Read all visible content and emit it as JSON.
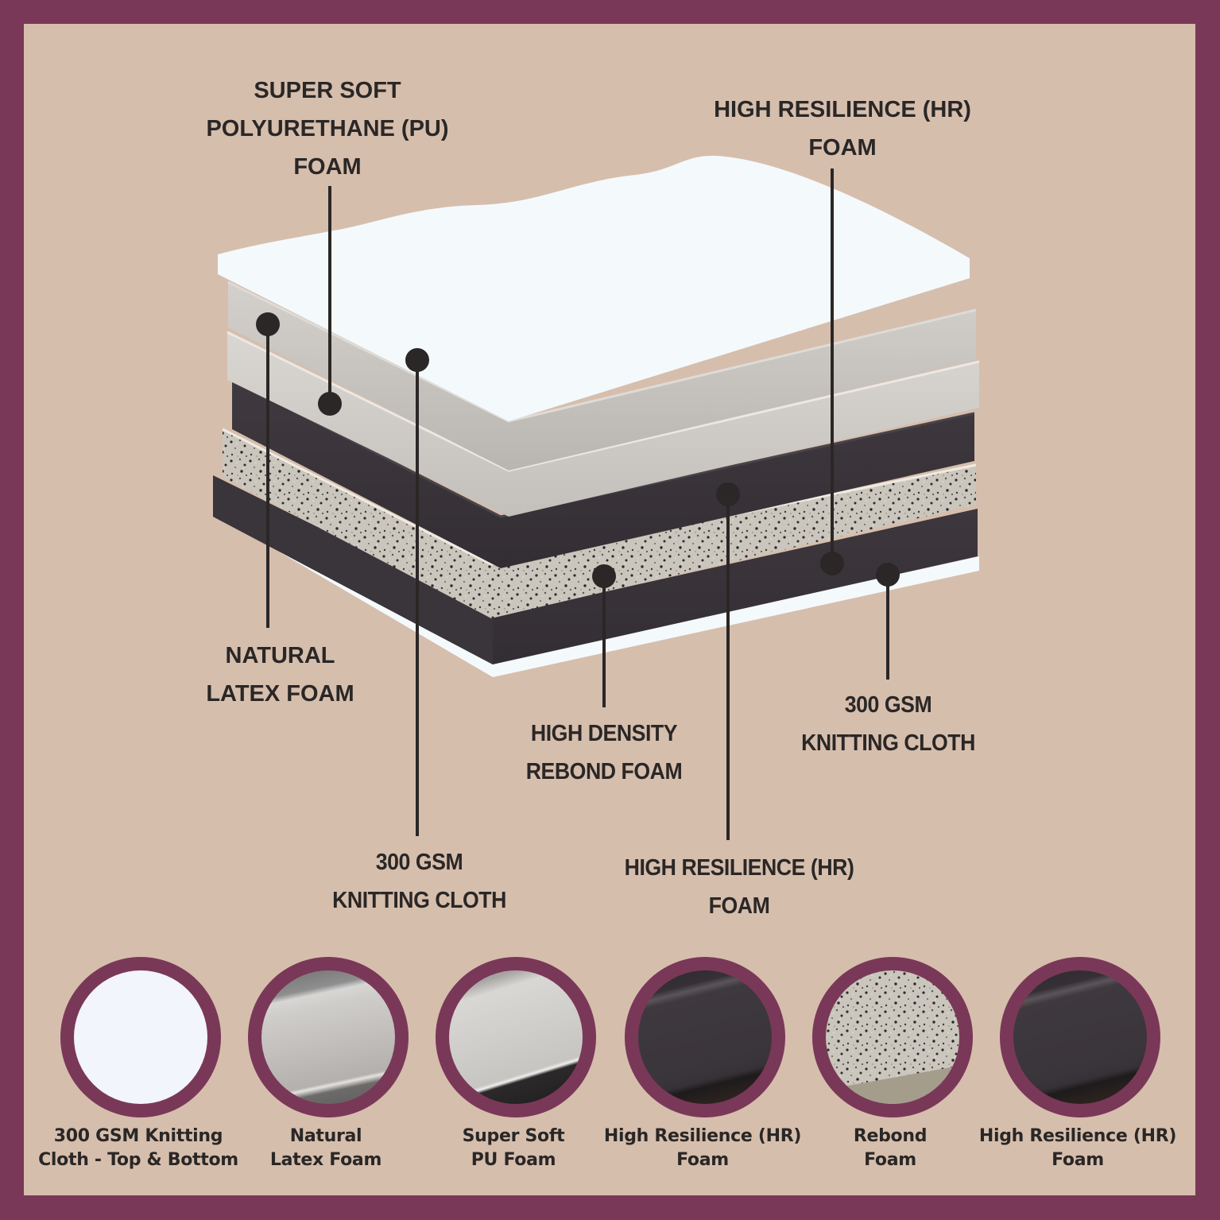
{
  "colors": {
    "border": "#7a3858",
    "background": "#d6bead",
    "text": "#2a2726",
    "knitting_cloth": "#f4f9fc",
    "latex": "#c4c0bb",
    "pu_foam": "#cfccc8",
    "hr_foam": "#3a3438",
    "rebond": "#c9c5bc"
  },
  "callouts": [
    {
      "id": "super-soft-pu",
      "lines": [
        "SUPER SOFT",
        "POLYURETHANE (PU)",
        "FOAM"
      ]
    },
    {
      "id": "hr-top",
      "lines": [
        "HIGH RESILIENCE (HR)",
        "FOAM"
      ]
    },
    {
      "id": "natural-latex",
      "lines": [
        "NATURAL",
        "LATEX FOAM"
      ]
    },
    {
      "id": "rebond",
      "lines": [
        "HIGH DENSITY",
        "REBOND FOAM"
      ]
    },
    {
      "id": "knitting-right",
      "lines": [
        "300 GSM",
        "KNITTING CLOTH"
      ]
    },
    {
      "id": "knitting-bottom",
      "lines": [
        "300 GSM",
        "KNITTING CLOTH"
      ]
    },
    {
      "id": "hr-bottom",
      "lines": [
        "HIGH RESILIENCE (HR)",
        "FOAM"
      ]
    }
  ],
  "layers": [
    {
      "order": 1,
      "name": "300 GSM Knitting Cloth (Top)"
    },
    {
      "order": 2,
      "name": "Natural Latex Foam"
    },
    {
      "order": 3,
      "name": "Super Soft PU Foam"
    },
    {
      "order": 4,
      "name": "High Resilience (HR) Foam"
    },
    {
      "order": 5,
      "name": "High Density Rebond Foam"
    },
    {
      "order": 6,
      "name": "High Resilience (HR) Foam"
    },
    {
      "order": 7,
      "name": "300 GSM Knitting Cloth (Bottom)"
    }
  ],
  "swatches": [
    {
      "material": "knitting-cloth",
      "lines": [
        "300 GSM Knitting",
        "Cloth - Top & Bottom"
      ]
    },
    {
      "material": "latex",
      "lines": [
        "Natural",
        "Latex Foam"
      ]
    },
    {
      "material": "pu-foam",
      "lines": [
        "Super Soft",
        "PU Foam"
      ]
    },
    {
      "material": "hr-foam",
      "lines": [
        "High Resilience (HR)",
        "Foam"
      ]
    },
    {
      "material": "rebond",
      "lines": [
        "Rebond",
        "Foam"
      ]
    },
    {
      "material": "hr-foam",
      "lines": [
        "High Resilience (HR)",
        "Foam"
      ]
    }
  ]
}
